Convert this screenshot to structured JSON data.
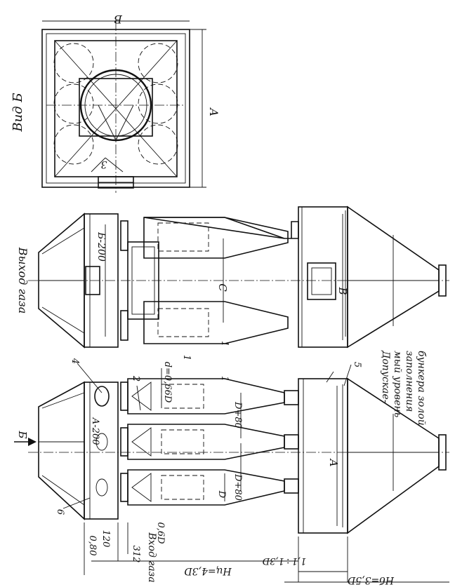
{
  "view_b": {
    "title": "Вид Б",
    "dim_top": "В",
    "dim_side": "А",
    "callout": "3"
  },
  "front": {
    "label_b_arrow": "Б",
    "dim_a200": "А-200",
    "dim_d066": "d=0,66D",
    "dim_d80_upper": "D+80",
    "dim_d80_lower": "D+80",
    "dim_d": "D",
    "dim_d06": "0,6D",
    "dim_120": "120",
    "dim_080": "0,80",
    "dim_312": "312",
    "gas_inlet": "Вход газа",
    "dim_a": "А",
    "callouts": [
      "1",
      "2",
      "4",
      "5",
      "6"
    ]
  },
  "side": {
    "gas_outlet": "Выход газа",
    "dim_b200": "Б-200",
    "dim_c": "С",
    "dim_b": "В",
    "callouts": [
      "1",
      "1"
    ]
  },
  "bottom_dims": {
    "hc": "Hц=4,3D",
    "mid": "1,1÷1,3D",
    "hb": "Hб=3,5D"
  },
  "note": {
    "line1": "Допускае-",
    "line2": "мый уровень",
    "line3": "заполнения",
    "line4": "бункера золой"
  }
}
